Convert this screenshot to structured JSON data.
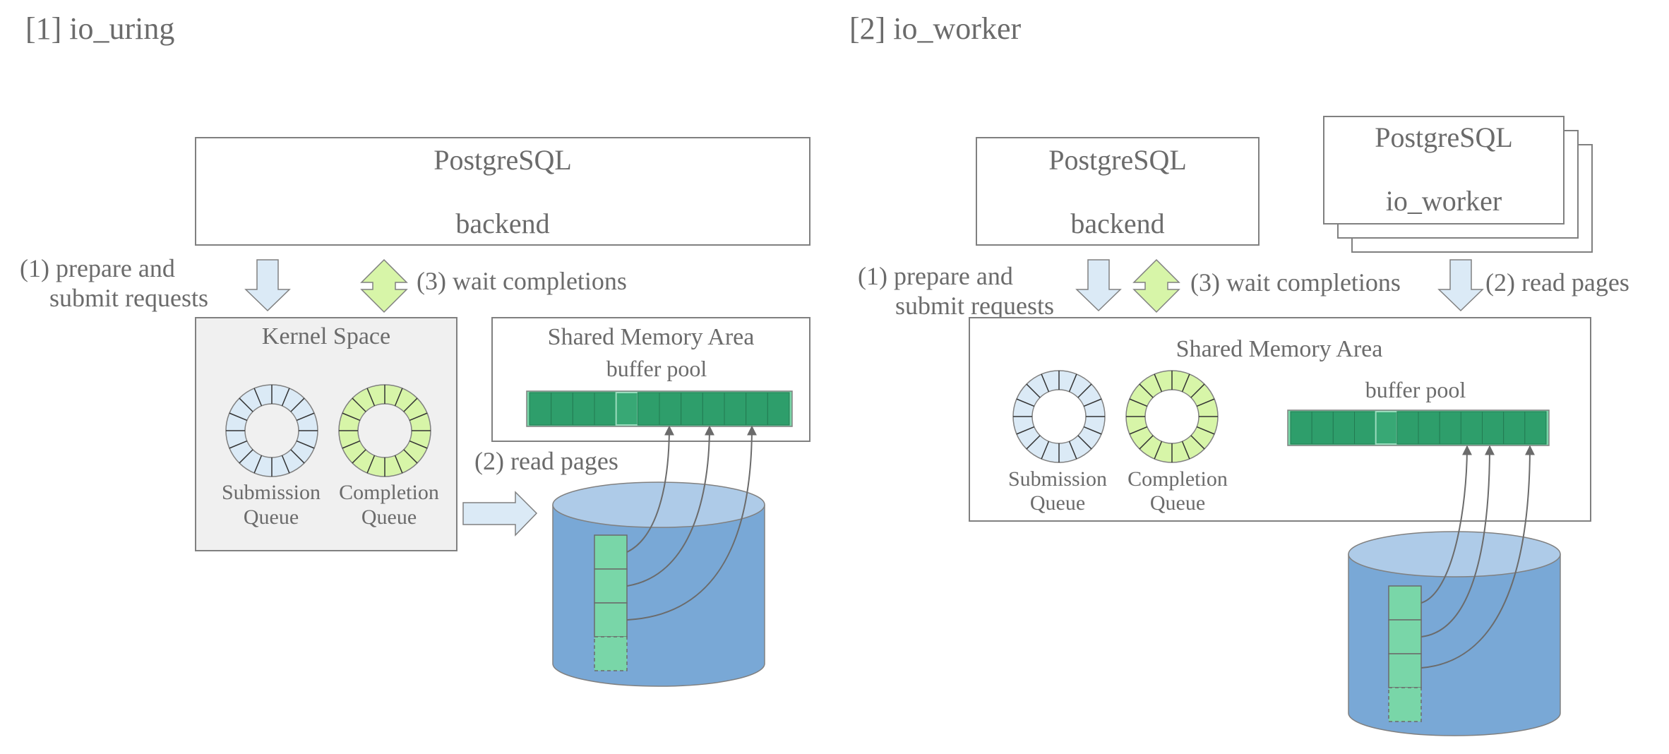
{
  "panel1": {
    "title": "[1] io_uring",
    "backend_box": {
      "line1": "PostgreSQL",
      "line2": "backend"
    },
    "step1": {
      "line1": "(1) prepare and",
      "line2": "submit requests"
    },
    "step3": "(3) wait completions",
    "step2": "(2) read pages",
    "kernel_space": {
      "label": "Kernel Space",
      "submission_queue": {
        "line1": "Submission",
        "line2": "Queue"
      },
      "completion_queue": {
        "line1": "Completion",
        "line2": "Queue"
      }
    },
    "shared_memory": {
      "label": "Shared Memory Area",
      "buffer_pool": "buffer pool"
    }
  },
  "panel2": {
    "title": "[2] io_worker",
    "backend_box": {
      "line1": "PostgreSQL",
      "line2": "backend"
    },
    "worker_box": {
      "line1": "PostgreSQL",
      "line2": "io_worker"
    },
    "step1": {
      "line1": "(1) prepare and",
      "line2": "submit requests"
    },
    "step3": "(3) wait completions",
    "step2": "(2) read pages",
    "shared_memory": {
      "label": "Shared Memory Area",
      "buffer_pool": "buffer pool",
      "submission_queue": {
        "line1": "Submission",
        "line2": "Queue"
      },
      "completion_queue": {
        "line1": "Completion",
        "line2": "Queue"
      }
    }
  },
  "colors": {
    "text": "#6b6b6b",
    "box_border": "#808080",
    "kernel_fill": "#f0f0f0",
    "submission_ring": "#dbeaf6",
    "completion_ring": "#d7f5a8",
    "light_arrow": "#dbeaf6",
    "green_arrow": "#d7f5a8",
    "buffer_page": "#2e9e6b",
    "buffer_page_dark": "#237a52",
    "disk_body": "#79a8d6",
    "disk_top": "#aecbe8",
    "disk_page": "#79d6a8"
  }
}
